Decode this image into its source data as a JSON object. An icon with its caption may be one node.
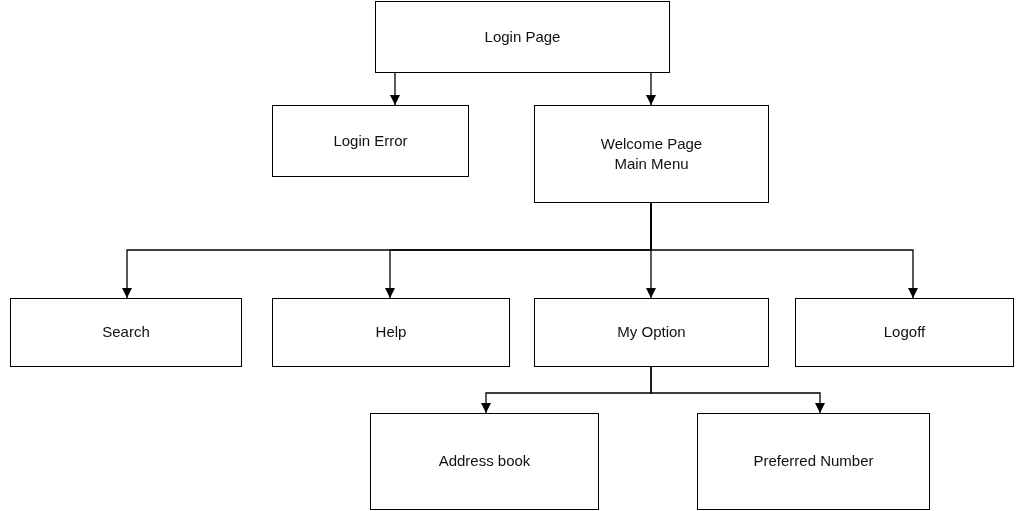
{
  "diagram": {
    "nodes": [
      {
        "text": [
          "Login Page"
        ]
      },
      {
        "text": [
          "Login Error"
        ]
      },
      {
        "text": [
          "Welcome Page",
          "Main Menu"
        ]
      },
      {
        "text": [
          "Search"
        ]
      },
      {
        "text": [
          "Help"
        ]
      },
      {
        "text": [
          "My Option"
        ]
      },
      {
        "text": [
          "Logoff"
        ]
      },
      {
        "text": [
          "Address book"
        ]
      },
      {
        "text": [
          "Preferred Number"
        ]
      }
    ],
    "edges": [
      {
        "from": 0,
        "to": 1,
        "arrow": "to"
      },
      {
        "from": 0,
        "to": 2,
        "arrow": "to"
      },
      {
        "from": 2,
        "to": 3,
        "arrow": "to"
      },
      {
        "from": 2,
        "to": 4,
        "arrow": "to"
      },
      {
        "from": 2,
        "to": 5,
        "arrow": "to"
      },
      {
        "from": 2,
        "to": 6,
        "arrow": "to"
      },
      {
        "from": 5,
        "to": 7,
        "arrow": "to"
      },
      {
        "from": 5,
        "to": 8,
        "arrow": "to"
      }
    ]
  }
}
